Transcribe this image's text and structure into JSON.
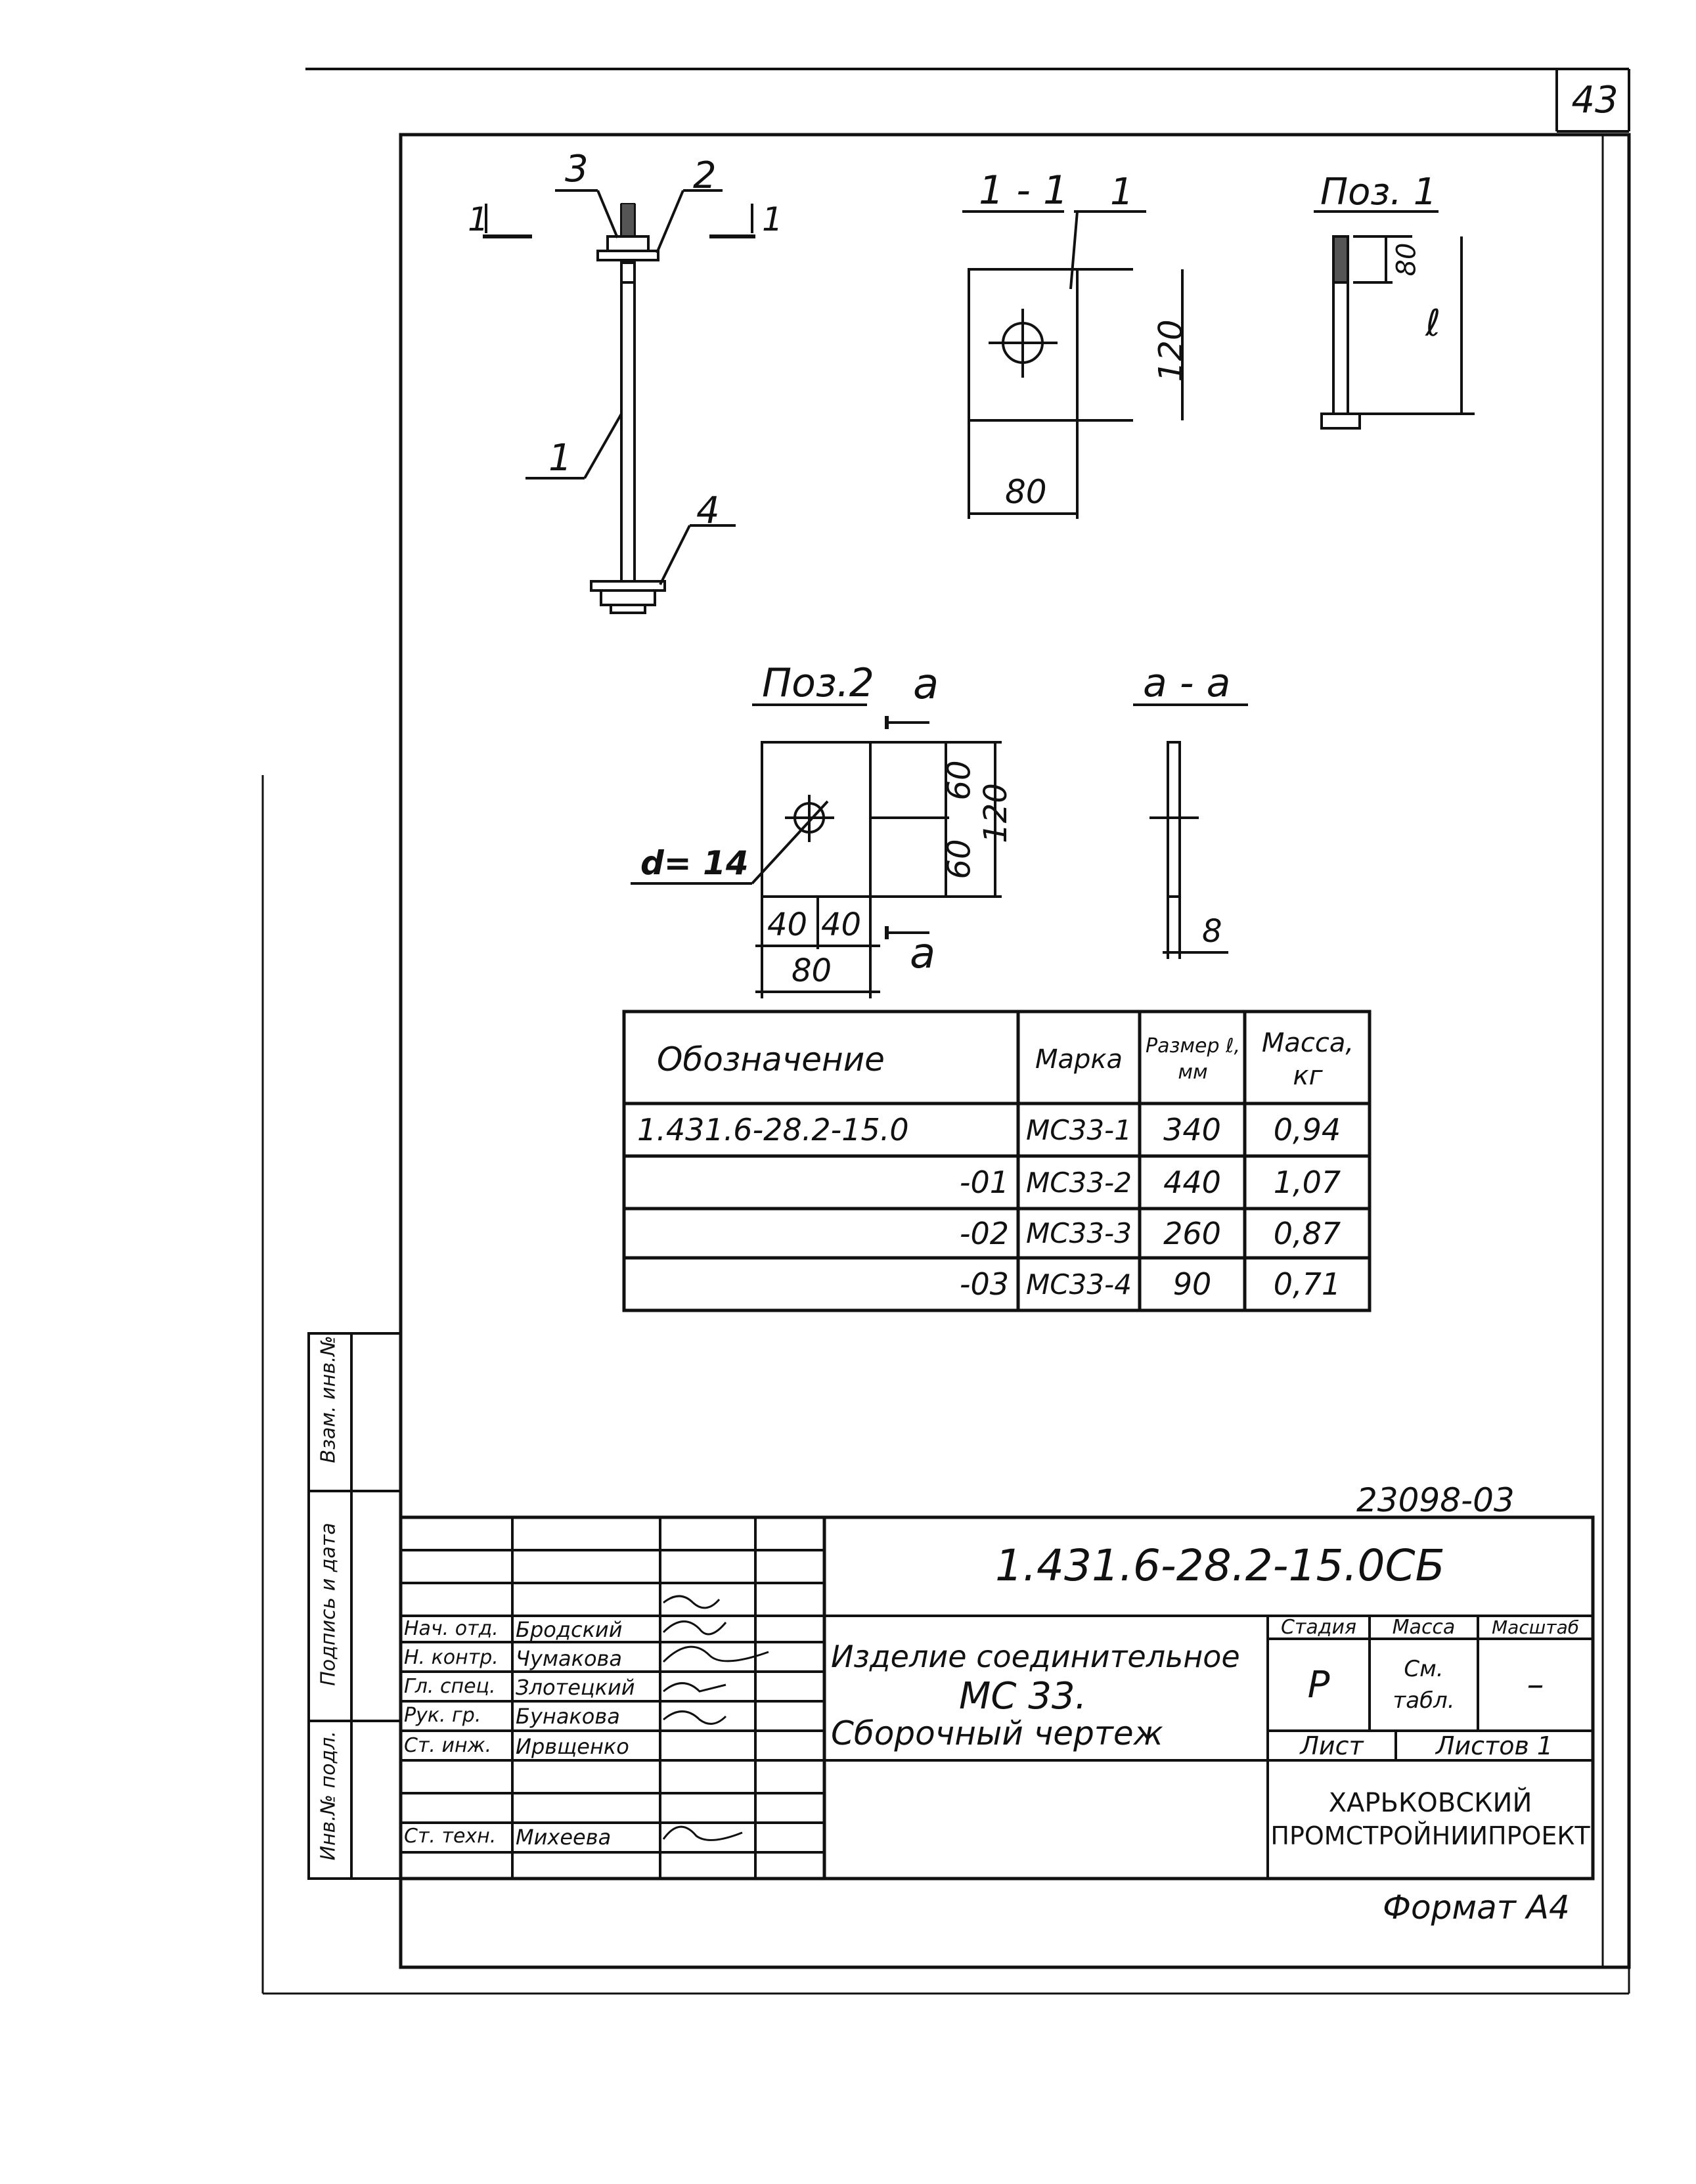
{
  "sheet_number": "43",
  "views": {
    "assembly": {
      "callouts": [
        "3",
        "2",
        "1",
        "4"
      ],
      "section_left": "1",
      "section_right": "1"
    },
    "section_1_1": {
      "title": "1 - 1",
      "callout": "1",
      "dim_height": "120",
      "dim_width": "80"
    },
    "pos1": {
      "title": "Поз. 1",
      "dim_thread": "80",
      "dim_length": "ℓ"
    },
    "pos2": {
      "title": "Поз.2",
      "section_mark": "а",
      "dim_60_top": "60",
      "dim_60_bottom": "60",
      "dim_height": "120",
      "hole": "d= 14",
      "dim_40_left": "40",
      "dim_40_right": "40",
      "dim_width": "80"
    },
    "section_a_a": {
      "title": "а - а",
      "dim_thickness": "8"
    }
  },
  "spec_table": {
    "headers": {
      "designation": "Обозначение",
      "mark": "Марка",
      "size": "Размер ℓ, мм",
      "mass": "Масса, кг"
    },
    "rows": [
      {
        "designation": "1.431.6-28.2-15.0",
        "mark": "МС33-1",
        "size": "340",
        "mass": "0,94"
      },
      {
        "designation": "-01",
        "mark": "МС33-2",
        "size": "440",
        "mass": "1,07"
      },
      {
        "designation": "-02",
        "mark": "МС33-3",
        "size": "260",
        "mass": "0,87"
      },
      {
        "designation": "-03",
        "mark": "МС33-4",
        "size": "90",
        "mass": "0,71"
      }
    ]
  },
  "title_block": {
    "inventory_no": "23098-03",
    "doc_code": "1.431.6-28.2-15.0СБ",
    "product_line1": "Изделие соединительное",
    "product_line2": "МС 33.",
    "product_line3": "Сборочный чертеж",
    "headers": {
      "stage": "Стадия",
      "mass": "Масса",
      "scale": "Масштаб"
    },
    "stage": "Р",
    "mass": "См. табл.",
    "scale": "–",
    "sheet_label": "Лист",
    "sheets_label": "Листов 1",
    "organization_line1": "ХАРЬКОВСКИЙ",
    "organization_line2": "ПРОМСТРОЙНИИПРОЕКТ",
    "format": "Формат А4",
    "signatures": [
      {
        "role": "Нач. отд.",
        "name": "Бродский"
      },
      {
        "role": "Н. контр.",
        "name": "Чумакова"
      },
      {
        "role": "Гл. спец.",
        "name": "Злотецкий"
      },
      {
        "role": "Рук. гр.",
        "name": "Бунакова"
      },
      {
        "role": "Ст. инж.",
        "name": "Ирвщенко"
      },
      {
        "role": "",
        "name": ""
      },
      {
        "role": "Ст. техн.",
        "name": "Михеева"
      }
    ]
  },
  "side_stamp": {
    "field1": "Взам. инв.№",
    "field2": "Подпись и дата",
    "field3": "Инв.№ подл."
  }
}
